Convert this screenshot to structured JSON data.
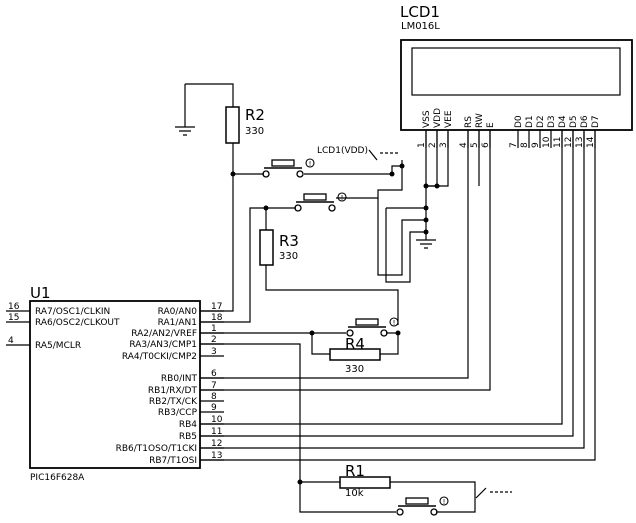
{
  "lcd": {
    "ref": "LCD1",
    "part": "LM016L",
    "pin_names": [
      "VSS",
      "VDD",
      "VEE",
      "RS",
      "RW",
      "E",
      "D0",
      "D1",
      "D2",
      "D3",
      "D4",
      "D5",
      "D6",
      "D7"
    ],
    "pin_numbers": [
      "1",
      "2",
      "3",
      "4",
      "5",
      "6",
      "7",
      "8",
      "9",
      "10",
      "11",
      "12",
      "13",
      "14"
    ],
    "supply_label": "LCD1(VDD)"
  },
  "mcu": {
    "ref": "U1",
    "part": "PIC16F628A",
    "left_pins": [
      {
        "num": "16",
        "name": "RA7/OSC1/CLKIN"
      },
      {
        "num": "15",
        "name": "RA6/OSC2/CLKOUT"
      },
      {
        "num": "4",
        "name": "RA5/MCLR"
      }
    ],
    "right_pins": [
      {
        "num": "17",
        "name": "RA0/AN0"
      },
      {
        "num": "18",
        "name": "RA1/AN1"
      },
      {
        "num": "1",
        "name": "RA2/AN2/VREF"
      },
      {
        "num": "2",
        "name": "RA3/AN3/CMP1"
      },
      {
        "num": "3",
        "name": "RA4/T0CKI/CMP2"
      },
      {
        "num": "6",
        "name": "RB0/INT"
      },
      {
        "num": "7",
        "name": "RB1/RX/DT"
      },
      {
        "num": "8",
        "name": "RB2/TX/CK"
      },
      {
        "num": "9",
        "name": "RB3/CCP"
      },
      {
        "num": "10",
        "name": "RB4"
      },
      {
        "num": "11",
        "name": "RB5"
      },
      {
        "num": "12",
        "name": "RB6/T1OSO/T1CKI"
      },
      {
        "num": "13",
        "name": "RB7/T1OSI"
      }
    ]
  },
  "resistors": {
    "r2": {
      "ref": "R2",
      "value": "330"
    },
    "r3": {
      "ref": "R3",
      "value": "330"
    },
    "r4": {
      "ref": "R4",
      "value": "330"
    },
    "r1": {
      "ref": "R1",
      "value": "10k"
    }
  },
  "switch_mark": "!"
}
